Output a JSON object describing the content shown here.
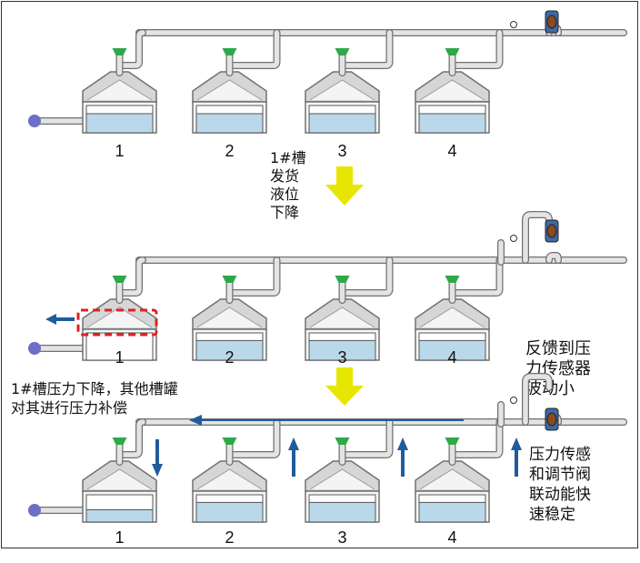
{
  "stages": [
    {
      "tank_labels": [
        "1",
        "2",
        "3",
        "4"
      ]
    },
    {
      "tank_labels": [
        "1",
        "2",
        "3",
        "4"
      ]
    },
    {
      "tank_labels": [
        "1",
        "2",
        "3",
        "4"
      ]
    }
  ],
  "steps": [
    {
      "lines": [
        "1#槽",
        "发货",
        "液位",
        "下降"
      ]
    }
  ],
  "annotations": {
    "feedback": [
      "反馈到压",
      "力传感器",
      "波动小"
    ],
    "compensation": [
      "1#槽压力下降，其他槽罐",
      "对其进行压力补偿"
    ],
    "linkage": [
      "压力传感",
      "和调节阀",
      "联动能快",
      "速稳定"
    ]
  },
  "colors": {
    "pipe": "#e4e4e4",
    "pipe_edge": "#707070",
    "liquid": "#b9d9ea",
    "nozzle": "#2ea84a",
    "pump": "#6c6fc4",
    "arrow_blue": "#1f5c9c",
    "arrow_yellow": "#e6e600",
    "highlight": "#e02020",
    "valve": "#8a4a22"
  }
}
